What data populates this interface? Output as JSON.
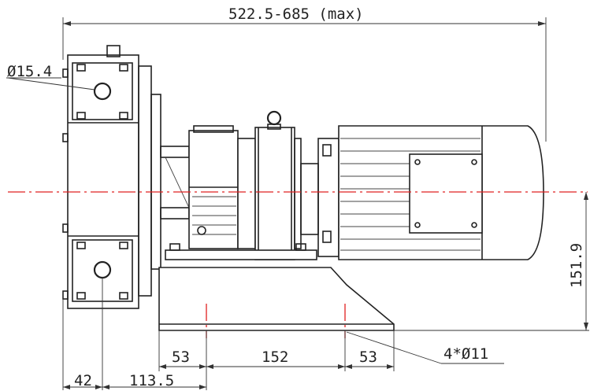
{
  "dimensions": {
    "overall_length": "522.5-685 (max)",
    "port_diameter": "Ø15.4",
    "center_height": "151.9",
    "mount_holes": "4*Ø11",
    "base_left": "53",
    "base_center": "152",
    "base_right": "53",
    "port_offset": "42",
    "port_to_hole": "113.5"
  },
  "colors": {
    "centerline": "#e02020",
    "lines": "#222222"
  }
}
